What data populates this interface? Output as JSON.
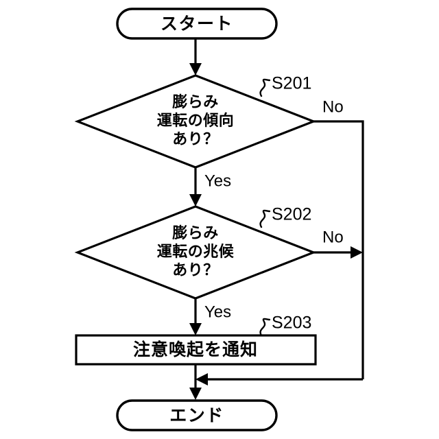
{
  "diagram": {
    "type": "flowchart",
    "title": "",
    "orientation": "top-to-bottom",
    "background_color": "#ffffff",
    "line_color": "#000000",
    "fill_color": "#ffffff"
  },
  "nodes": {
    "start": {
      "label": "スタート",
      "shape": "terminal"
    },
    "decision1": {
      "line1": "膨らみ",
      "line2": "運転の傾向",
      "line3": "あり？",
      "shape": "decision",
      "step_id": "S201"
    },
    "decision2": {
      "line1": "膨らみ",
      "line2": "運転の兆候",
      "line3": "あり？",
      "shape": "decision",
      "step_id": "S202"
    },
    "process1": {
      "label": "注意喚起を通知",
      "shape": "process",
      "step_id": "S203"
    },
    "end": {
      "label": "エンド",
      "shape": "terminal"
    }
  },
  "branch_labels": {
    "d1_yes": "Yes",
    "d1_no": "No",
    "d2_yes": "Yes",
    "d2_no": "No"
  }
}
